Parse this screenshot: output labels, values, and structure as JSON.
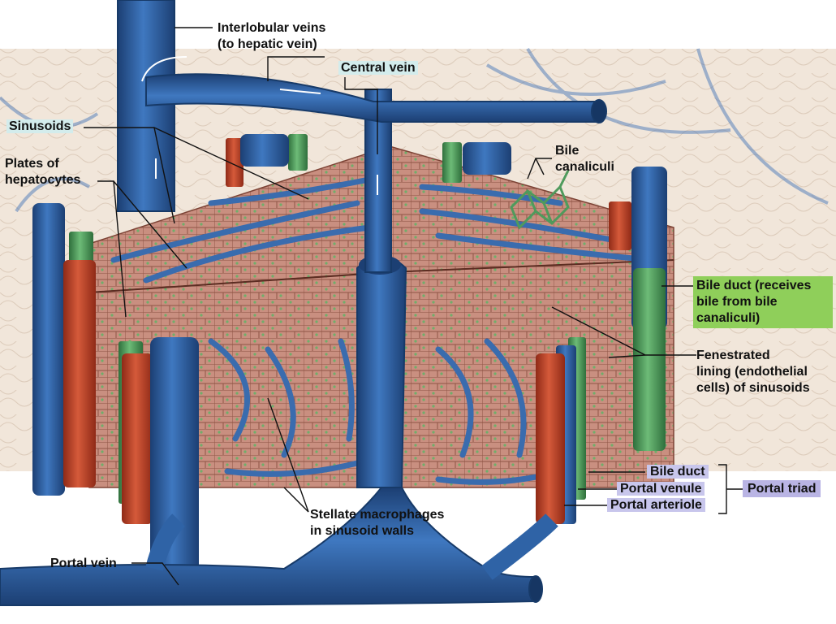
{
  "labels": {
    "interlobular_veins": "Interlobular veins",
    "interlobular_veins_sub": "(to hepatic vein)",
    "central_vein": "Central vein",
    "sinusoids": "Sinusoids",
    "plates_line1": "Plates of",
    "plates_line2": "hepatocytes",
    "bile_canaliculi_line1": "Bile",
    "bile_canaliculi_line2": "canaliculi",
    "bile_duct_main_line1": "Bile duct (receives",
    "bile_duct_main_line2": "bile from bile",
    "bile_duct_main_line3": "canaliculi)",
    "fenestrated_line1": "Fenestrated",
    "fenestrated_line2": "lining (endothelial",
    "fenestrated_line3": "cells) of sinusoids",
    "bile_duct": "Bile duct",
    "portal_venule": "Portal venule",
    "portal_arteriole": "Portal arteriole",
    "portal_triad": "Portal triad",
    "stellate_line1": "Stellate macrophages",
    "stellate_line2": "in sinusoid walls",
    "portal_vein": "Portal vein"
  },
  "colors": {
    "vein_blue": "#2f63a6",
    "vein_dark": "#1c3f73",
    "artery_red": "#c2462a",
    "bile_green": "#4f9a5c",
    "hepatocyte": "#c4897a",
    "hepatocyte_dark": "#8a4d3f",
    "sinusoid": "#3a6cae",
    "background_tissue": "#eadbcc",
    "highlight_teal": "#d3ecec",
    "highlight_green": "#8fcf5a",
    "highlight_lavender": "#c8c6ec"
  }
}
